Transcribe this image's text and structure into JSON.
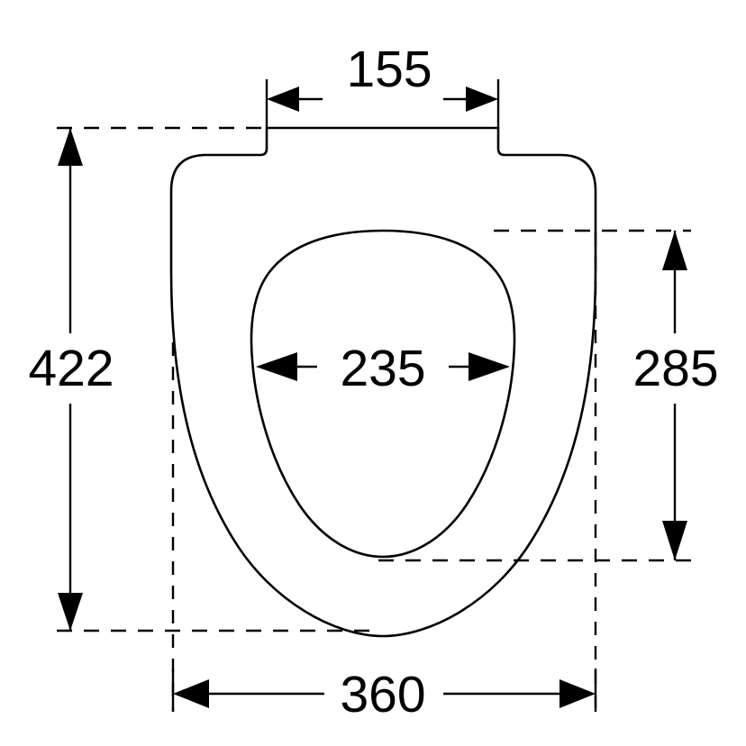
{
  "drawing": {
    "title": "Toilet seat technical dimension drawing",
    "units": "mm",
    "line_color": "#000000",
    "background_color": "#ffffff",
    "view": "top view"
  },
  "dimensions": {
    "top_width": {
      "label": "155",
      "description": "width of rear hinge tab",
      "orientation": "horizontal",
      "position": "top"
    },
    "overall_length": {
      "label": "422",
      "description": "overall front-to-back length of seat",
      "orientation": "vertical",
      "position": "left"
    },
    "aperture_width": {
      "label": "235",
      "description": "inner aperture width",
      "orientation": "horizontal",
      "position": "center"
    },
    "aperture_length": {
      "label": "285",
      "description": "inner aperture length",
      "orientation": "vertical",
      "position": "right"
    },
    "overall_width": {
      "label": "360",
      "description": "overall seat width",
      "orientation": "horizontal",
      "position": "bottom"
    }
  },
  "dimension_list": [
    {
      "value": "155",
      "axis": "horizontal",
      "where": "top"
    },
    {
      "value": "422",
      "axis": "vertical",
      "where": "left"
    },
    {
      "value": "235",
      "axis": "horizontal",
      "where": "center"
    },
    {
      "value": "285",
      "axis": "vertical",
      "where": "right"
    },
    {
      "value": "360",
      "axis": "horizontal",
      "where": "bottom"
    }
  ]
}
